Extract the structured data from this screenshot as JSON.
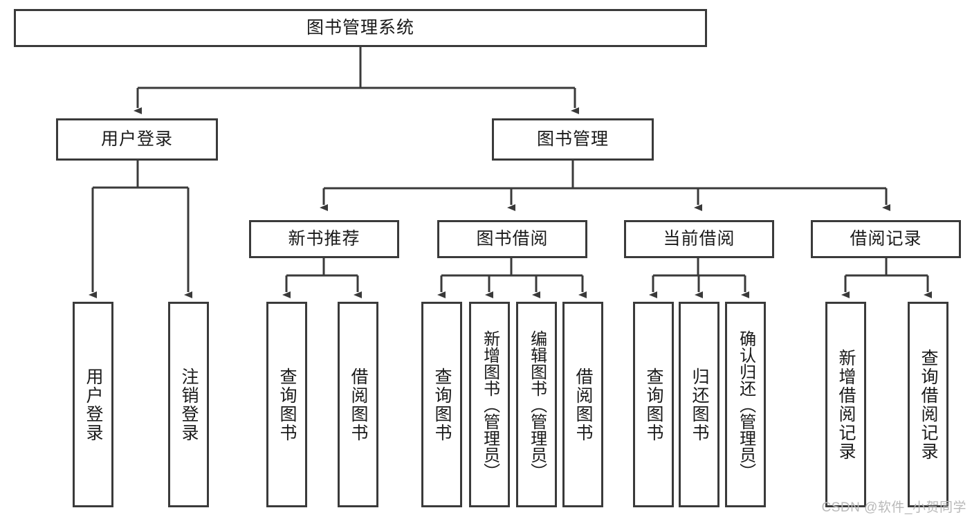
{
  "diagram": {
    "title_node": {
      "label": "图书管理系统"
    },
    "level2": [
      {
        "id": "user-login",
        "label": "用户登录"
      },
      {
        "id": "book-management",
        "label": "图书管理"
      }
    ],
    "level3": [
      {
        "id": "new-book-recommend",
        "label": "新书推荐"
      },
      {
        "id": "book-borrow",
        "label": "图书借阅"
      },
      {
        "id": "current-borrow",
        "label": "当前借阅"
      },
      {
        "id": "borrow-record",
        "label": "借阅记录"
      }
    ],
    "leaves": {
      "user_login": [
        {
          "id": "leaf-user-login",
          "label": "用户登录"
        },
        {
          "id": "leaf-logout-login",
          "label": "注销登录"
        }
      ],
      "new_book_recommend": [
        {
          "id": "leaf-query-book-1",
          "label": "查询图书"
        },
        {
          "id": "leaf-borrow-book-1",
          "label": "借阅图书"
        }
      ],
      "book_borrow": [
        {
          "id": "leaf-query-book-2",
          "label": "查询图书"
        },
        {
          "id": "leaf-add-book",
          "label": "新增图书（管理员）"
        },
        {
          "id": "leaf-edit-book",
          "label": "编辑图书（管理员）"
        },
        {
          "id": "leaf-borrow-book-2",
          "label": "借阅图书"
        }
      ],
      "current_borrow": [
        {
          "id": "leaf-query-book-3",
          "label": "查询图书"
        },
        {
          "id": "leaf-return-book",
          "label": "归还图书"
        },
        {
          "id": "leaf-confirm-return",
          "label": "确认归还（管理员）"
        }
      ],
      "borrow_record": [
        {
          "id": "leaf-add-borrow-record",
          "label": "新增借阅记录"
        },
        {
          "id": "leaf-query-borrow-record",
          "label": "查询借阅记录"
        }
      ]
    }
  },
  "watermark": {
    "text": "CSDN @软件_小贺同学"
  },
  "colors": {
    "border": "#3a3a3a",
    "background": "#ffffff",
    "text": "#1a1a1a",
    "watermark": "#b9b9b9"
  }
}
